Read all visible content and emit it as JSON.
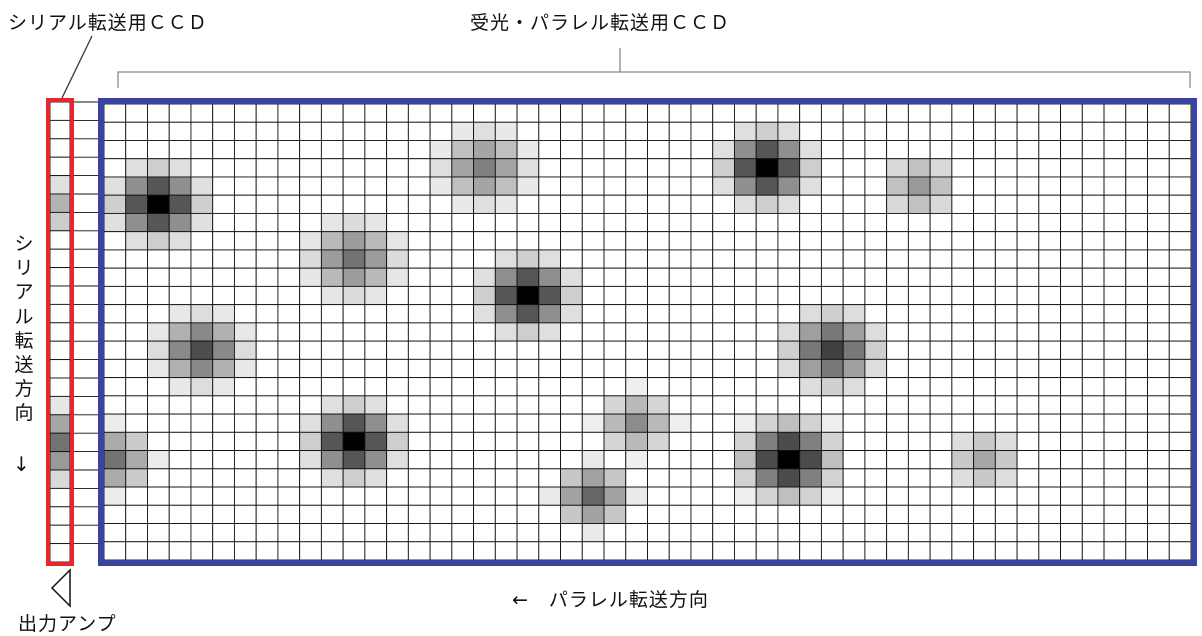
{
  "labels": {
    "serial_ccd": "シリアル転送用ＣＣＤ",
    "parallel_ccd": "受光・パラレル転送用ＣＣＤ",
    "serial_direction": "シリアル転送方向",
    "serial_arrow": "↓",
    "parallel_direction": "←　パラレル転送方向",
    "output_amp": "出力アンプ"
  },
  "colors": {
    "serial_register_border": "#e8262b",
    "imaging_area_border": "#3a44a0",
    "grid_line": "#111111",
    "bracket": "#8a8a8a"
  },
  "grid": {
    "columns": 50,
    "rows": 25,
    "serial_cells": 25
  },
  "spots": [
    {
      "col": 2,
      "row": 5,
      "peak": 1.0,
      "spread": 1.1
    },
    {
      "col": 11,
      "row": 8,
      "peak": 0.55,
      "spread": 1.2
    },
    {
      "col": 17,
      "row": 3,
      "peak": 0.5,
      "spread": 1.2
    },
    {
      "col": 19,
      "row": 10,
      "peak": 1.0,
      "spread": 1.1
    },
    {
      "col": 30,
      "row": 3,
      "peak": 1.0,
      "spread": 1.1
    },
    {
      "col": 37,
      "row": 4,
      "peak": 0.4,
      "spread": 1.0
    },
    {
      "col": 4,
      "row": 13,
      "peak": 0.7,
      "spread": 1.1
    },
    {
      "col": 11,
      "row": 18,
      "peak": 1.0,
      "spread": 1.1
    },
    {
      "col": 24,
      "row": 17,
      "peak": 0.45,
      "spread": 1.0
    },
    {
      "col": 31,
      "row": 19,
      "peak": 1.0,
      "spread": 1.2
    },
    {
      "col": 33,
      "row": 13,
      "peak": 0.75,
      "spread": 1.2
    },
    {
      "col": 22,
      "row": 21,
      "peak": 0.6,
      "spread": 1.0
    },
    {
      "col": 40,
      "row": 19,
      "peak": 0.35,
      "spread": 1.0
    },
    {
      "col": 0,
      "row": 19,
      "peak": 0.55,
      "spread": 1.0
    }
  ],
  "serial_cells_shading": [
    0,
    0,
    0,
    0,
    0.12,
    0.3,
    0.2,
    0,
    0,
    0,
    0,
    0,
    0,
    0,
    0,
    0,
    0.1,
    0.35,
    0.55,
    0.4,
    0.15,
    0,
    0,
    0,
    0
  ]
}
